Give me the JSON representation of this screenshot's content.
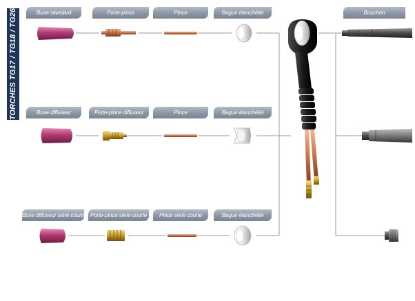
{
  "side_title": "TORCHES TG17 / TG18 / TG26",
  "rows": [
    {
      "labels": [
        "Buse standard",
        "Porte-pince",
        "Pince",
        "Bague étanchéité"
      ]
    },
    {
      "labels": [
        "Buse diffuseur",
        "Porte-pince diffuseur",
        "Pince",
        "Bague étanchéité"
      ]
    },
    {
      "labels": [
        "Buse diffuseur série courte",
        "Porte-pince série courte",
        "Pince série courte",
        "Bague étanchéité"
      ]
    }
  ],
  "bouchon_label": "Bouchon",
  "colors": {
    "band": "#1f3458",
    "nozzle": "#a6326a",
    "copper": "#c8764a",
    "brass": "#d2a52e",
    "connector": "#8a8a8a"
  }
}
